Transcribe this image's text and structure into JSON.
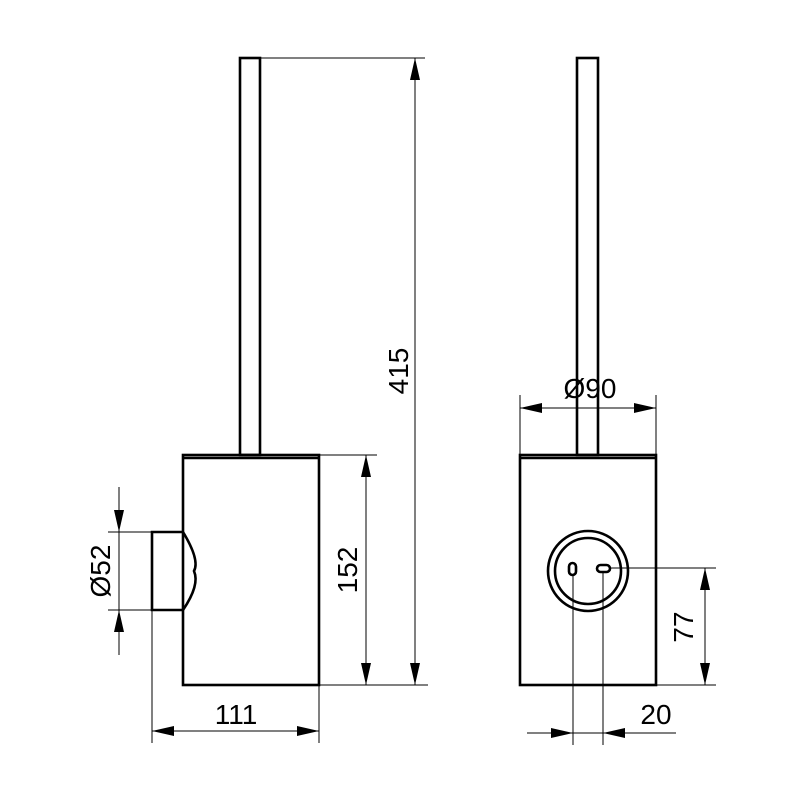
{
  "drawing": {
    "front_view": {
      "dimensions": {
        "total_height": "415",
        "body_height": "152",
        "projection_depth": "111",
        "mount_diameter": "Ø52"
      }
    },
    "side_view": {
      "dimensions": {
        "body_diameter": "Ø90",
        "mount_height": "77",
        "hole_spacing": "20"
      }
    }
  }
}
